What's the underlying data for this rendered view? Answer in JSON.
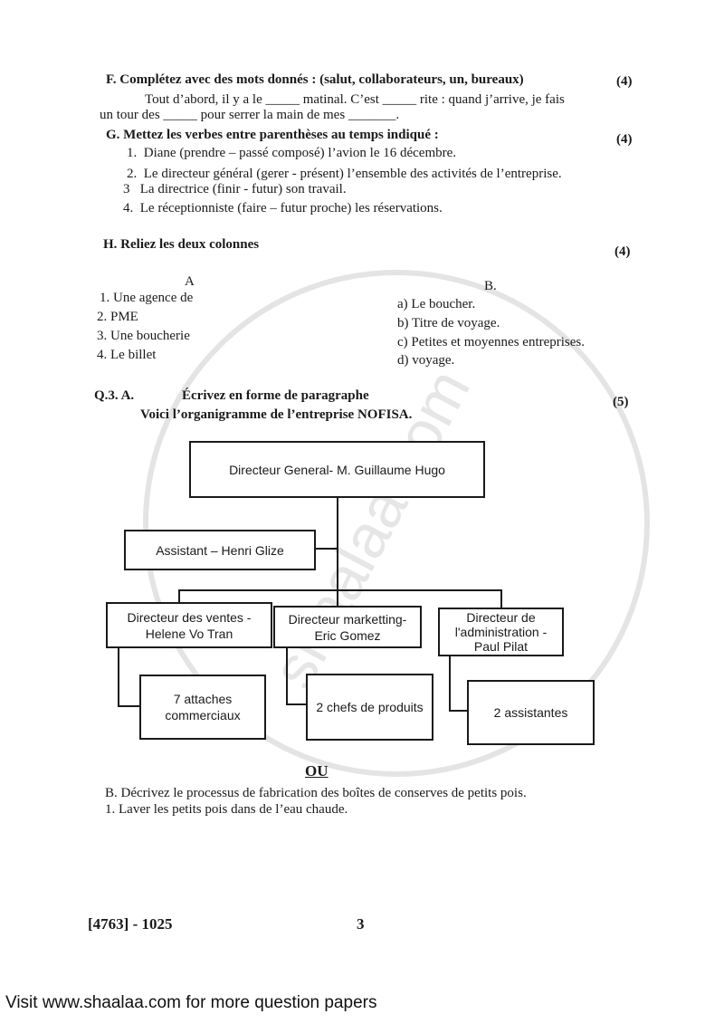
{
  "watermark": "shaalaa.com",
  "sectionF": {
    "heading": "F. Complétez avec des mots donnés : (salut, collaborateurs, un, bureaux)",
    "marks": "(4)",
    "line1": "Tout d’abord, il y a le _____ matinal. C’est _____ rite : quand j’arrive, je fais",
    "line2": "un tour des _____ pour serrer la main de mes _______."
  },
  "sectionG": {
    "heading": "G. Mettez les verbes entre parenthèses au temps indiqué :",
    "marks": "(4)",
    "items": [
      {
        "num": "1.",
        "text": "Diane (prendre – passé composé) l’avion le 16 décembre."
      },
      {
        "num": "2.",
        "text": "Le directeur général (gerer - présent) l’ensemble des activités de l’entreprise."
      },
      {
        "num": "3",
        "text": "La directrice (finir - futur) son travail."
      },
      {
        "num": "4.",
        "text": "Le réceptionniste (faire – futur proche) les réservations."
      }
    ]
  },
  "sectionH": {
    "heading": "H. Reliez les deux colonnes",
    "marks": "(4)",
    "colA_title": "A",
    "colB_title": "B.",
    "colA": [
      "1. Une agence de",
      "2. PME",
      "3. Une boucherie",
      "4. Le billet"
    ],
    "colB": [
      "a) Le boucher.",
      "b) Titre de voyage.",
      "c) Petites et moyennes entreprises.",
      "d) voyage."
    ]
  },
  "q3": {
    "label": "Q.3. A.",
    "heading": "Écrivez en forme de paragraphe",
    "marks": "(5)",
    "subheading": "Voici l’organigramme de l’entreprise NOFISA.",
    "org": {
      "ceo": "Directeur General- M. Guillaume Hugo",
      "assistant": "Assistant – Henri Glize",
      "sales_title": "Directeur des ventes -",
      "sales_name": "Helene Vo Tran",
      "marketing_title": "Directeur marketting-",
      "marketing_name": "Eric Gomez",
      "admin_title": "Directeur de",
      "admin_title2": "l'administration -",
      "admin_name": "Paul Pilat",
      "sales_team1": "7 attaches",
      "sales_team2": "commerciaux",
      "marketing_team": "2 chefs de produits",
      "admin_team": "2 assistantes"
    },
    "or": "OU",
    "b_line1": "B. Décrivez le processus de fabrication des boîtes de conserves de petits pois.",
    "b_line2": "1. Laver les petits pois dans de l’eau chaude."
  },
  "footer": {
    "code": "[4763] - 1025",
    "page": "3",
    "visit": "Visit www.shaalaa.com for more question papers"
  }
}
